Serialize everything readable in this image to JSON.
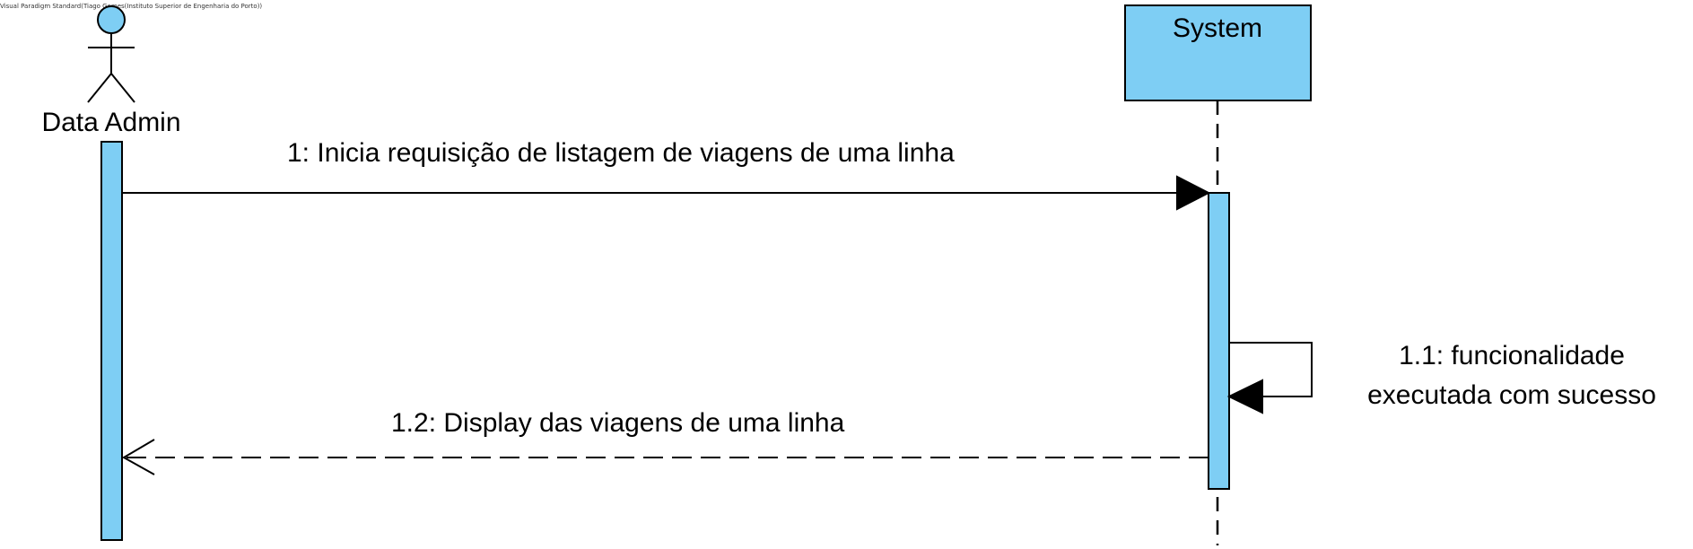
{
  "watermark": "Visual Paradigm Standard(Tiago Gomes(Instituto Superior de Engenharia do Porto))",
  "colors": {
    "fill": "#7ecef4",
    "stroke": "#000000",
    "background": "#ffffff"
  },
  "lifelines": [
    {
      "name": "Data Admin",
      "kind": "actor"
    },
    {
      "name": "System",
      "kind": "object"
    }
  ],
  "messages": [
    {
      "label": "1: Inicia requisição de listagem de viagens de uma linha",
      "kind": "synchronous"
    },
    {
      "label_lines": [
        "1.1: funcionalidade",
        "executada com sucesso"
      ],
      "kind": "self"
    },
    {
      "label": "1.2: Display das viagens de uma linha",
      "kind": "return"
    }
  ]
}
